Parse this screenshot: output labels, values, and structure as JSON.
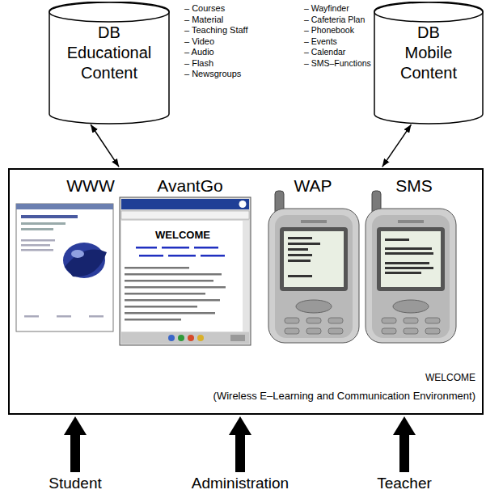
{
  "diagram": {
    "nodes": [
      {
        "text": [
          "DB Educational Content"
        ]
      },
      {
        "text": [
          "DB Mobile Content"
        ]
      },
      {
        "text": [
          "WWW",
          "AvantGo",
          "WAP",
          "SMS",
          "WELCOME",
          "(Wireless E–Learning and Communication Environment)"
        ]
      }
    ],
    "edges": [
      {
        "from": 0,
        "to": 2,
        "arrow": "both"
      },
      {
        "from": 1,
        "to": 2,
        "arrow": "both"
      }
    ],
    "labels": [
      "– Courses",
      "– Material",
      "– Teaching Staff",
      "– Video",
      "– Audio",
      "– Flash",
      "– Newsgroups",
      "– Wayfinder",
      "– Cafeteria Plan",
      "– Phonebook",
      "– Events",
      "– Calendar",
      "– SMS–Functions",
      "WELCOME",
      "Student",
      "Administration",
      "Teacher"
    ]
  }
}
